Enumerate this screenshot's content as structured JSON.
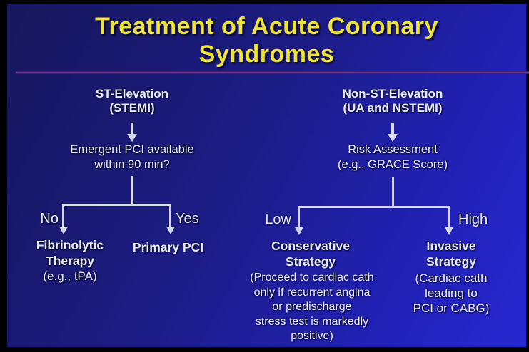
{
  "title": {
    "line1": "Treatment of Acute Coronary",
    "line2": "Syndromes"
  },
  "stemi": {
    "header_line1": "ST-Elevation",
    "header_line2": "(STEMI)",
    "question_line1": "Emergent PCI available",
    "question_line2": "within 90 min?",
    "branch_no": "No",
    "branch_yes": "Yes",
    "no_outcome_line1": "Fibrinolytic",
    "no_outcome_line2": "Therapy",
    "no_outcome_note": "(e.g., tPA)",
    "yes_outcome": "Primary PCI"
  },
  "nstemi": {
    "header_line1": "Non-ST-Elevation",
    "header_line2": "(UA and NSTEMI)",
    "assessment_line1": "Risk Assessment",
    "assessment_line2": "(e.g., GRACE Score)",
    "branch_low": "Low",
    "branch_high": "High",
    "low_outcome_line1": "Conservative",
    "low_outcome_line2": "Strategy",
    "low_outcome_note_lines": [
      "(Proceed to cardiac cath",
      "only if recurrent angina",
      "or predischarge",
      "stress test is markedly",
      "positive)"
    ],
    "high_outcome_line1": "Invasive",
    "high_outcome_line2": "Strategy",
    "high_outcome_note_lines": [
      "(Cardiac cath",
      "leading to",
      "PCI or CABG)"
    ]
  },
  "colors": {
    "background_top": "#17175c",
    "background_bottom": "#2727d2",
    "frame_black": "#000000",
    "title_yellow": "#eee23b",
    "divider_purple": "#7b44a8",
    "text_white": "#e8ebf7",
    "connector_white": "#d6daec"
  }
}
